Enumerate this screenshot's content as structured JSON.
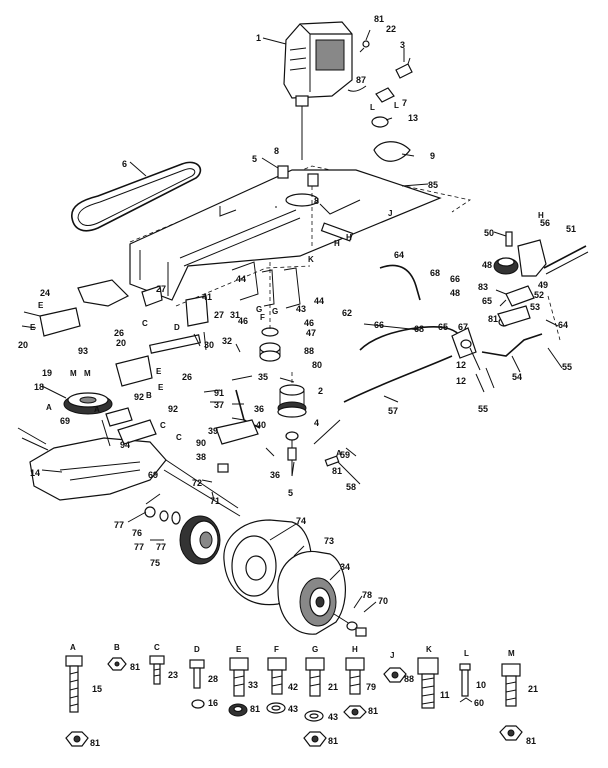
{
  "callouts": {
    "c1": "1",
    "c2": "2",
    "c3": "3",
    "c4": "4",
    "c5": "5",
    "c6": "6",
    "c7": "7",
    "c8": "8",
    "c8b": "8",
    "c9": "9",
    "c12": "12",
    "c12b": "12",
    "c13": "13",
    "c14": "14",
    "c16": "16",
    "c18": "18",
    "c19": "19",
    "c20": "20",
    "c20b": "20",
    "c22": "22",
    "c24": "24",
    "c26": "26",
    "c26b": "26",
    "c27": "27",
    "c27b": "27",
    "c30": "30",
    "c31": "31",
    "c32": "32",
    "c34": "34",
    "c35": "35",
    "c36": "36",
    "c36b": "36",
    "c37": "37",
    "c38": "38",
    "c39": "39",
    "c40": "40",
    "c41": "41",
    "c43": "43",
    "c44": "44",
    "c44b": "44",
    "c46": "46",
    "c46b": "46",
    "c47": "47",
    "c48": "48",
    "c48b": "48",
    "c49": "49",
    "c50": "50",
    "c51": "51",
    "c52": "52",
    "c53": "53",
    "c54": "54",
    "c55": "55",
    "c55b": "55",
    "c56": "56",
    "c57": "57",
    "c58": "58",
    "c59": "59",
    "c62": "62",
    "c64": "64",
    "c64b": "64",
    "c65": "65",
    "c65b": "65",
    "c66": "66",
    "c66b": "66",
    "c67": "67",
    "c68": "68",
    "c68b": "68",
    "c69": "69",
    "c69b": "69",
    "c70": "70",
    "c71": "71",
    "c72": "72",
    "c73": "73",
    "c74": "74",
    "c75": "75",
    "c76": "76",
    "c77": "77",
    "c77b": "77",
    "c78": "78",
    "c80": "80",
    "c81": "81",
    "c81b": "81",
    "c81c": "81",
    "c81d": "81",
    "c81e": "81",
    "c83": "83",
    "c85": "85",
    "c87": "87",
    "c88": "88",
    "c90": "90",
    "c91": "91",
    "c92": "92",
    "c93": "93",
    "c94": "94",
    "c51b": "51"
  },
  "letters": {
    "K": "K",
    "H": "H",
    "H2": "H",
    "J": "J",
    "L": "L",
    "L2": "L",
    "F": "F",
    "G": "G",
    "G2": "G",
    "C": "C",
    "C2": "C",
    "C3": "C",
    "D": "D",
    "E": "E",
    "E2": "E",
    "E3": "E",
    "E4": "E",
    "A": "A",
    "A2": "A",
    "A3": "A",
    "M": "M",
    "M2": "M",
    "B": "B",
    "B2": "B",
    "H3": "H"
  },
  "hardware_key": [
    {
      "letter": "A",
      "part": "15"
    },
    {
      "letter": "B",
      "part": "81"
    },
    {
      "letter": "C",
      "part": "23"
    },
    {
      "letter": "D",
      "part": "28"
    },
    {
      "letter": "E",
      "part": "33"
    },
    {
      "letter": "F",
      "part": "42"
    },
    {
      "letter": "G",
      "part": "21"
    },
    {
      "letter": "H",
      "part": "79"
    },
    {
      "letter": "J",
      "part": "88"
    },
    {
      "letter": "K",
      "part": "11"
    },
    {
      "letter": "L",
      "part": "10"
    },
    {
      "letter": "M",
      "part": "21"
    }
  ],
  "hardware_extra": {
    "a_nut": "81",
    "d_washer": "16",
    "e_washer": "81",
    "f_washer": "43",
    "g_washer": "43",
    "g_nut": "81",
    "h_washer": "81",
    "l_sub": "60",
    "m_nut": "81"
  }
}
